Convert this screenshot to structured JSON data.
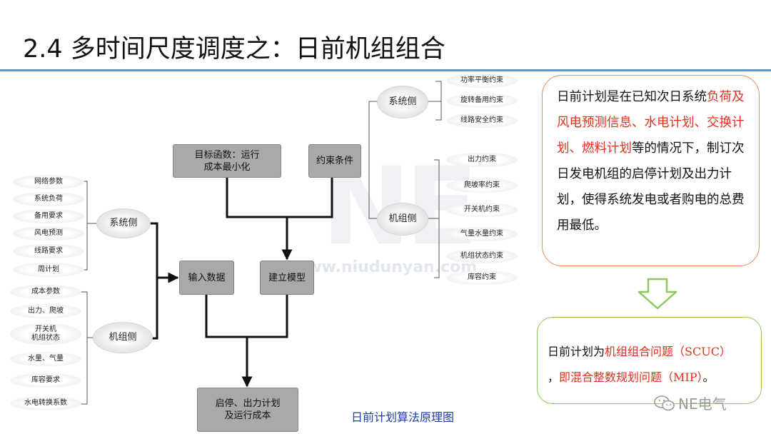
{
  "title": "2.4 多时间尺度调度之：日前机组组合",
  "watermark": {
    "logo_text": "NE",
    "url": "www.niudunyan.com"
  },
  "diagram": {
    "left_system_items": [
      "网络参数",
      "系统负荷",
      "备用要求",
      "风电预测",
      "线路要求",
      "周计划"
    ],
    "left_system_label": "系统侧",
    "left_unit_items": [
      "成本参数",
      "出力、爬坡",
      "开关机\n机组状态",
      "水量、气量",
      "库容要求",
      "水电转换系数"
    ],
    "left_unit_label": "机组侧",
    "input_data": "输入数据",
    "build_model": "建立模型",
    "objective": "目标函数：运行\n成本最小化",
    "constraints": "约束条件",
    "right_system_label": "系统侧",
    "right_system_items": [
      "功率平衡约束",
      "旋转备用约束",
      "线路安全约束"
    ],
    "right_unit_label": "机组侧",
    "right_unit_items": [
      "出力约束",
      "爬坡率约束",
      "开关机约束",
      "气量水量约束",
      "机组状态约束",
      "库容约束"
    ],
    "output": "启停、出力计划\n及运行成本"
  },
  "description": {
    "part1": "日前计划是在已知次日系统",
    "part2_red": "负荷及风电预测信息、水电计划、交换计划、燃料计划",
    "part3": "等的情况下，制订次日发电机组的启停计划及出力计划，使得系统发电或者购电的总费用最低。"
  },
  "conclusion": {
    "part1": "日前计划为",
    "part2_red": "机组组合问题（SCUC）",
    "part3": "，",
    "part4_red": "即混合整数规划问题（MIP）",
    "part5": "。"
  },
  "caption": "日前计划算法原理图",
  "brand": "NE电气",
  "colors": {
    "accent_line": "#5b9bd5",
    "red_text": "#e0301e",
    "desc_border": "#ef8a5e",
    "conclusion_border": "#8bc85e",
    "caption_blue": "#1c3fa6",
    "box_gray": "#a9a9a9"
  }
}
